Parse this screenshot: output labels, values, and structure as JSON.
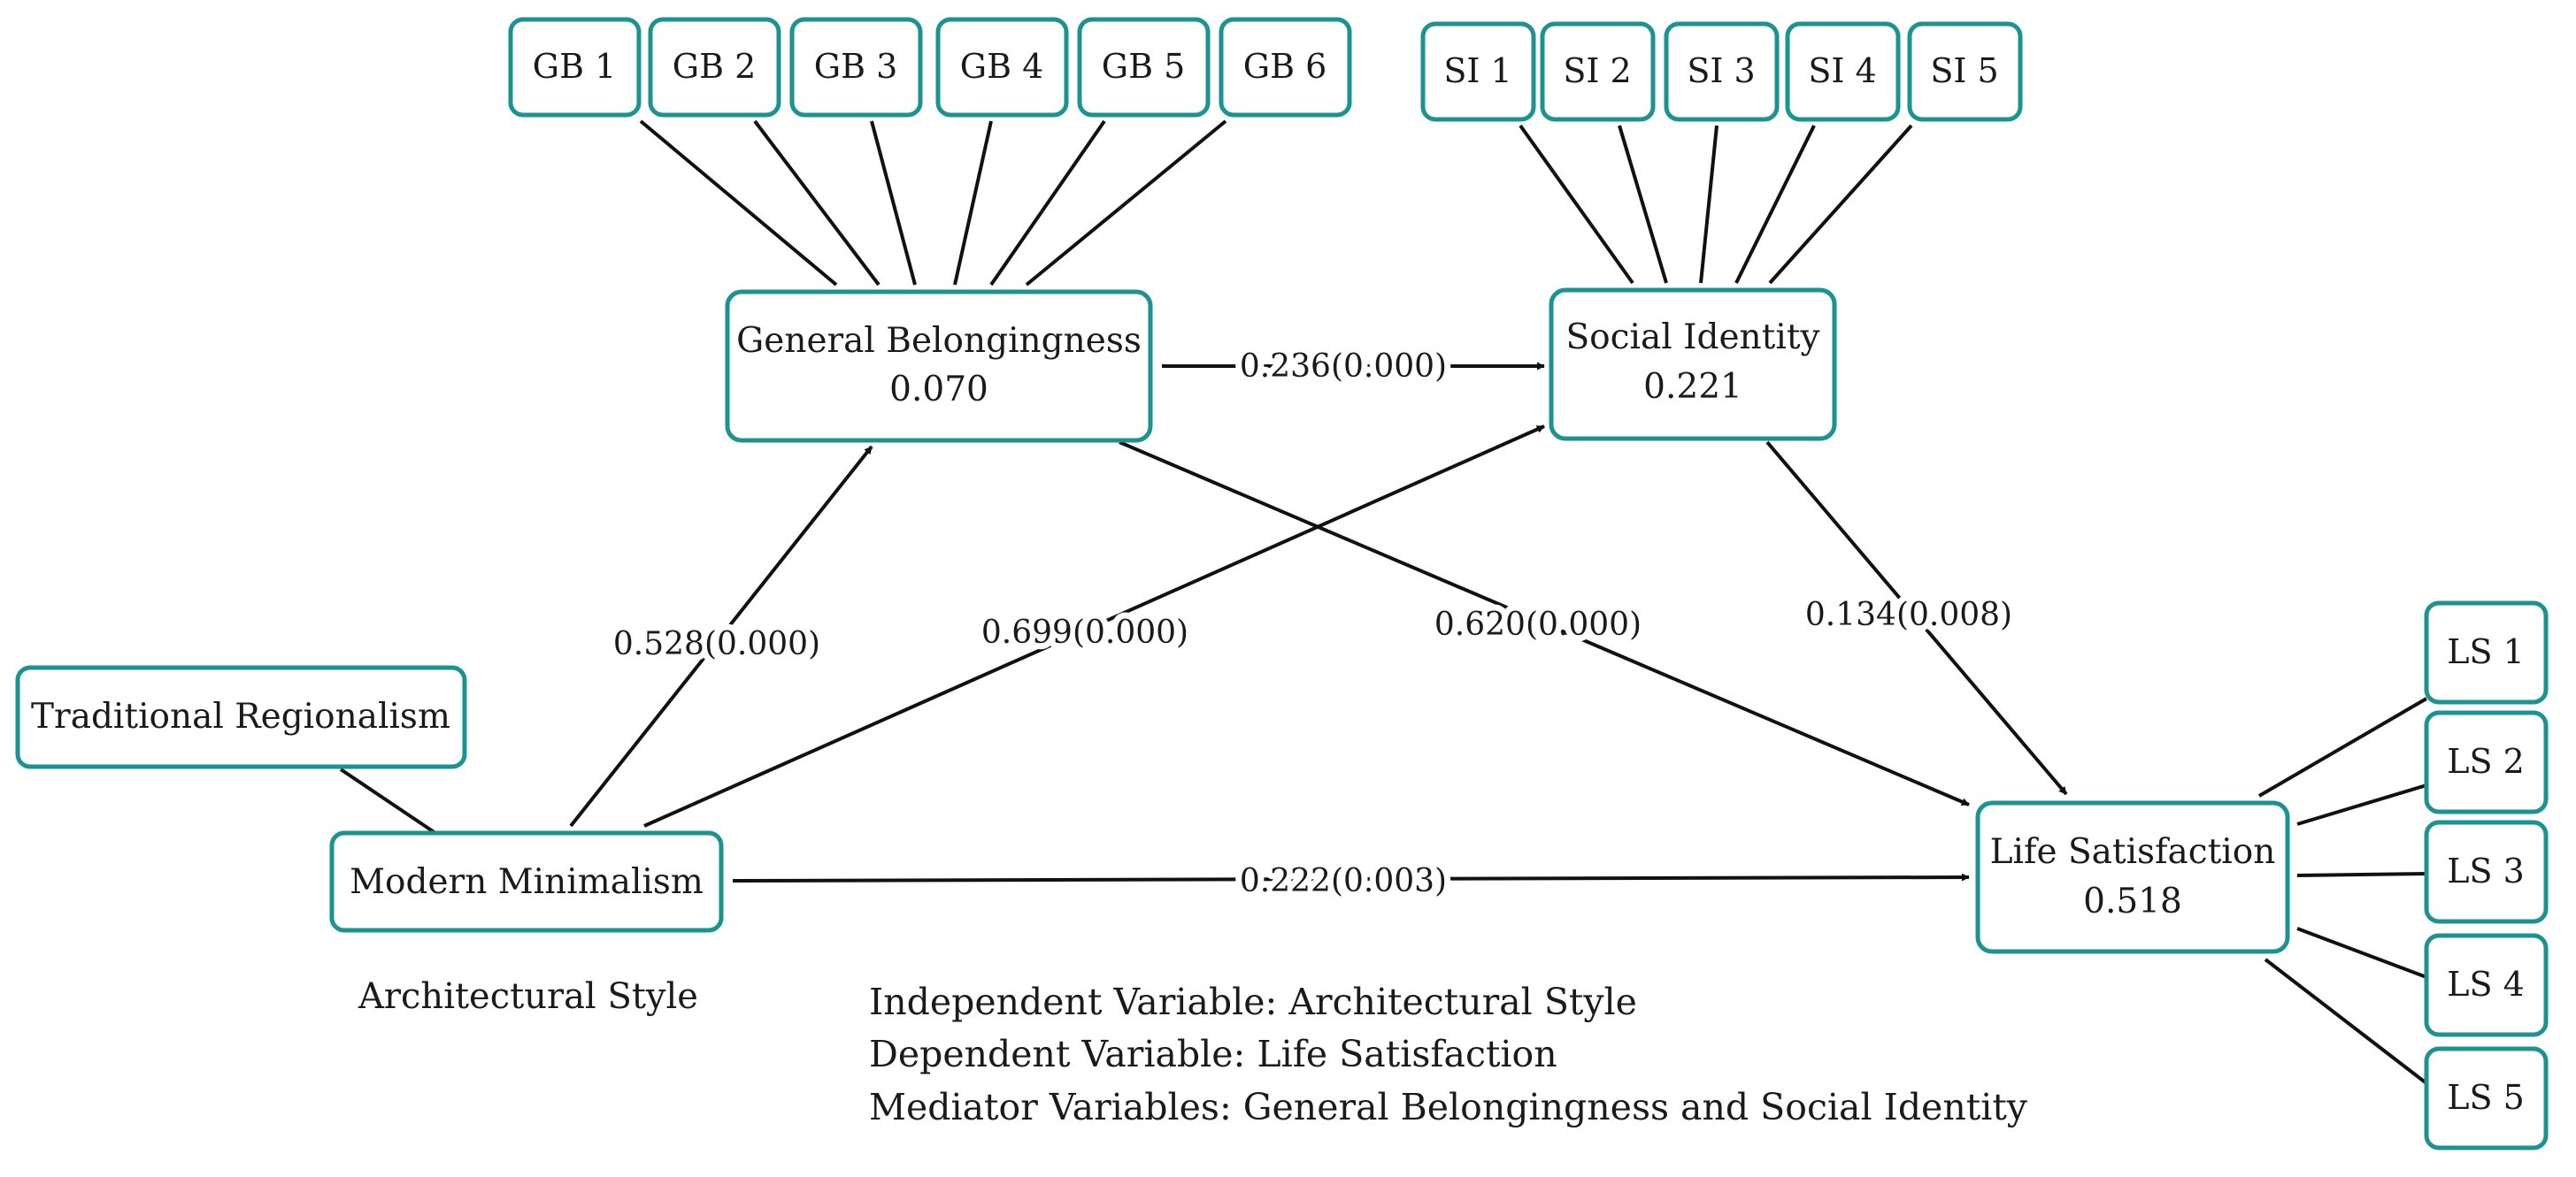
{
  "colors": {
    "box_border": "#1b9391",
    "line": "#111111",
    "text": "#1a1a1a"
  },
  "indicators": {
    "gb": [
      "GB 1",
      "GB 2",
      "GB 3",
      "GB 4",
      "GB 5",
      "GB 6"
    ],
    "si": [
      "SI 1",
      "SI 2",
      "SI 3",
      "SI 4",
      "SI 5"
    ],
    "ls": [
      "LS 1",
      "LS 2",
      "LS 3",
      "LS 4",
      "LS 5"
    ]
  },
  "constructs": {
    "general_belongingness": {
      "label": "General Belongingness",
      "r2": "0.070"
    },
    "social_identity": {
      "label": "Social Identity",
      "r2": "0.221"
    },
    "life_satisfaction": {
      "label": "Life Satisfaction",
      "r2": "0.518"
    },
    "modern_minimalism": {
      "label": "Modern Minimalism"
    },
    "traditional_regionalism": {
      "label": "Traditional Regionalism"
    }
  },
  "paths": {
    "gb_to_si": "0.236(0.000)",
    "mm_to_gb": "0.528(0.000)",
    "mm_to_si": "0.699(0.000)",
    "gb_to_ls": "0.620(0.000)",
    "si_to_ls": "0.134(0.008)",
    "mm_to_ls": "0.222(0.003)"
  },
  "architectural_style_label": "Architectural Style",
  "legend": [
    "Independent Variable: Architectural Style",
    "Dependent Variable: Life Satisfaction",
    "Mediator Variables: General Belongingness and Social Identity"
  ]
}
